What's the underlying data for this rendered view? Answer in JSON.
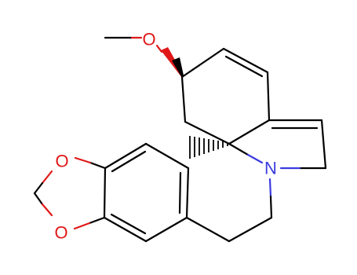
{
  "molecule": {
    "atoms": {
      "methoxy_o": {
        "text": "O",
        "color": "#e01818"
      },
      "dioxole_o_top": {
        "text": "O",
        "color": "#e01818"
      },
      "dioxole_o_bottom": {
        "text": "O",
        "color": "#e01818"
      },
      "nitrogen": {
        "text": "N",
        "color": "#3b3be0"
      }
    }
  }
}
